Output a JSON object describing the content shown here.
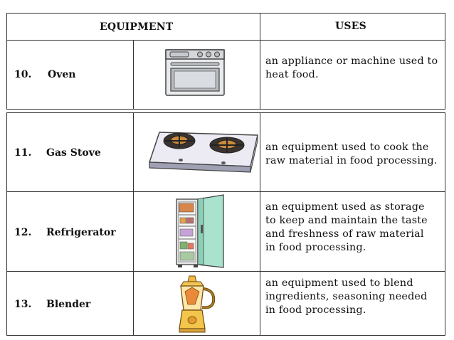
{
  "header": {
    "equipment_label": "EQUIPMENT",
    "uses_label": "USES"
  },
  "rows": [
    {
      "number": "10.",
      "name": "Oven",
      "icon": "oven-icon",
      "use_lines": [
        "an appliance or machine used to",
        "heat food."
      ]
    },
    {
      "number": "11.",
      "name": "Gas Stove",
      "icon": "gas-stove-icon",
      "use_lines": [
        "an equipment used to cook the",
        "raw material in food processing."
      ]
    },
    {
      "number": "12.",
      "name": "Refrigerator",
      "icon": "refrigerator-icon",
      "use_lines": [
        "an equipment used as storage",
        "to keep and maintain the taste",
        "and freshness of raw material",
        "in food processing."
      ]
    },
    {
      "number": "13.",
      "name": "Blender",
      "icon": "blender-icon",
      "use_lines": [
        "an equipment used to blend",
        "ingredients, seasoning needed",
        "in food processing."
      ]
    }
  ]
}
